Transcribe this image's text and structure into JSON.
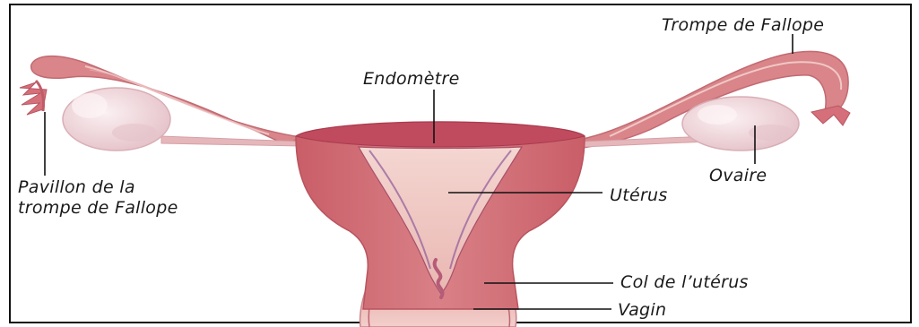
{
  "labels": {
    "trompe_de_fallope": "Trompe de Fallope",
    "endometre": "Endomètre",
    "pavillon_line1": "Pavillon de la",
    "pavillon_line2": "trompe de Fallope",
    "ovaire": "Ovaire",
    "uterus": "Utérus",
    "col": "Col de l’utérus",
    "vagin": "Vagin"
  },
  "colors": {
    "uterus_wall": "#cf6b72",
    "uterus_dark": "#b84a57",
    "endometrium_top": "#c04b5e",
    "inner_cavity": "#f1cbc4",
    "tube": "#d9858a",
    "tube_stripe": "#f3d3cf",
    "ovary": "#f3dde0",
    "ovary_shadow": "#ddb4bb",
    "leader_line": "#111111"
  }
}
